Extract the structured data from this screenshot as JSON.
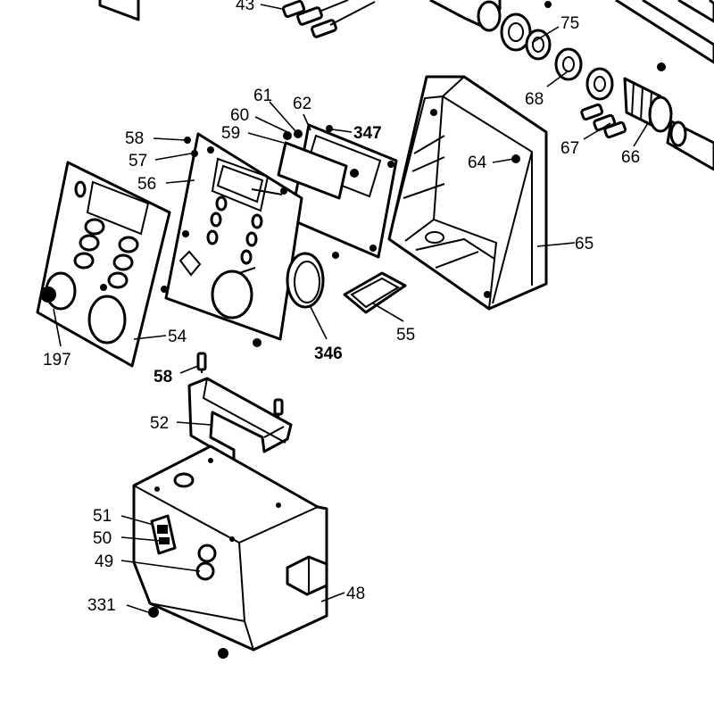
{
  "diagram": {
    "labels": {
      "l43": "43",
      "l75": "75",
      "l68": "68",
      "l67": "67",
      "l66": "66",
      "l58a": "58",
      "l57": "57",
      "l56": "56",
      "l59": "59",
      "l60": "60",
      "l61": "61",
      "l62": "62",
      "l347": "347",
      "l64": "64",
      "l65": "65",
      "l54": "54",
      "l197": "197",
      "l346": "346",
      "l55": "55",
      "l58b": "58",
      "l52": "52",
      "l51": "51",
      "l50": "50",
      "l49": "49",
      "l331": "331",
      "l48": "48"
    },
    "line_color": "#000000",
    "background": "#ffffff"
  }
}
